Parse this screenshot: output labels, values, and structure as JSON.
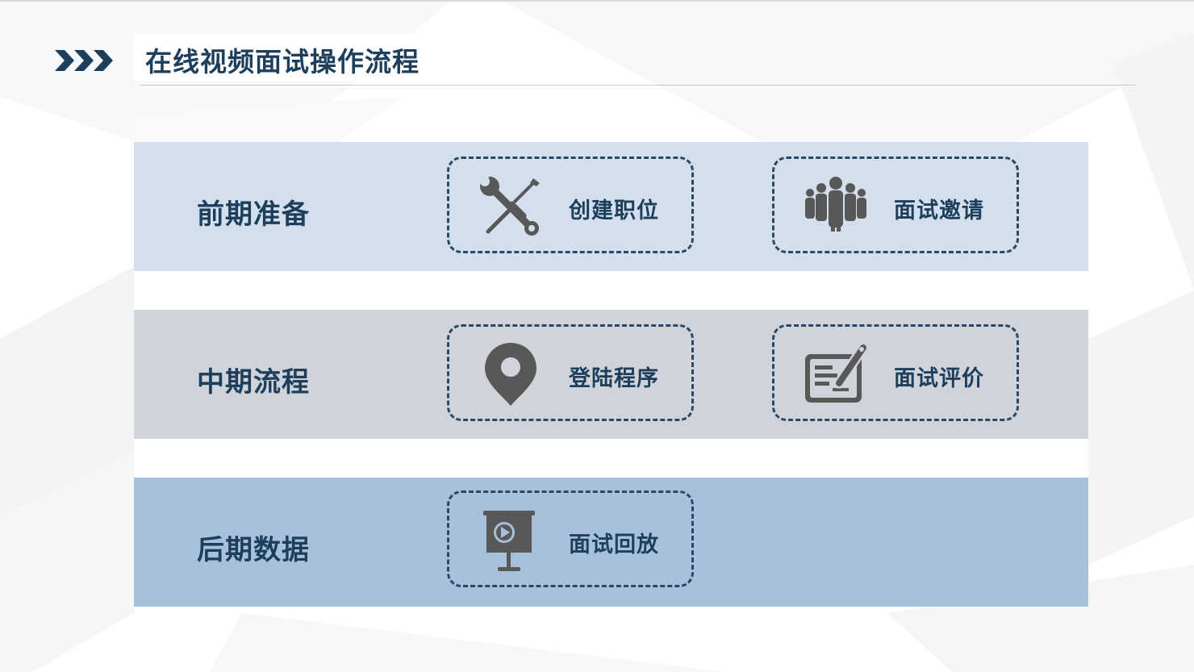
{
  "header": {
    "title": "在线视频面试操作流程"
  },
  "colors": {
    "title": "#1d3f5c",
    "band_prepare": "#d3dfed",
    "band_middle": "#d0d4da",
    "band_later": "#a7c1dc",
    "card_border": "#2a4866",
    "icon": "#585858"
  },
  "bands": [
    {
      "title": "前期准备",
      "cards": [
        {
          "label": "创建职位",
          "icon": "tools-icon"
        },
        {
          "label": "面试邀请",
          "icon": "people-group-icon"
        }
      ]
    },
    {
      "title": "中期流程",
      "cards": [
        {
          "label": "登陆程序",
          "icon": "location-pin-icon"
        },
        {
          "label": "面试评价",
          "icon": "form-pen-icon"
        }
      ]
    },
    {
      "title": "后期数据",
      "cards": [
        {
          "label": "面试回放",
          "icon": "video-presentation-icon"
        }
      ]
    }
  ]
}
